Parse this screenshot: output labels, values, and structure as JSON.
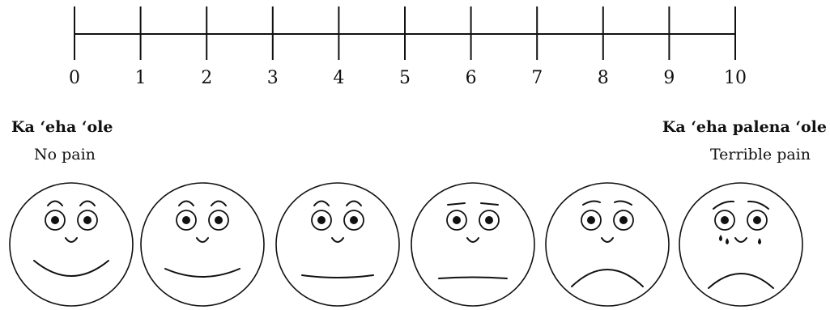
{
  "scale": {
    "min": 0,
    "max": 10,
    "ticks": [
      "0",
      "1",
      "2",
      "3",
      "4",
      "5",
      "6",
      "7",
      "8",
      "9",
      "10"
    ]
  },
  "anchors": {
    "left": {
      "title": "Ka ‘eha ‘ole",
      "subtitle": "No pain"
    },
    "right": {
      "title": "Ka ‘eha palena ‘ole",
      "subtitle": "Terrible pain"
    }
  },
  "faces": [
    {
      "mouth": "big-smile"
    },
    {
      "mouth": "smile"
    },
    {
      "mouth": "flat"
    },
    {
      "mouth": "flat-worried"
    },
    {
      "mouth": "frown"
    },
    {
      "mouth": "frown-crying"
    }
  ],
  "colors": {
    "ink": "#111111",
    "background": "#ffffff"
  }
}
